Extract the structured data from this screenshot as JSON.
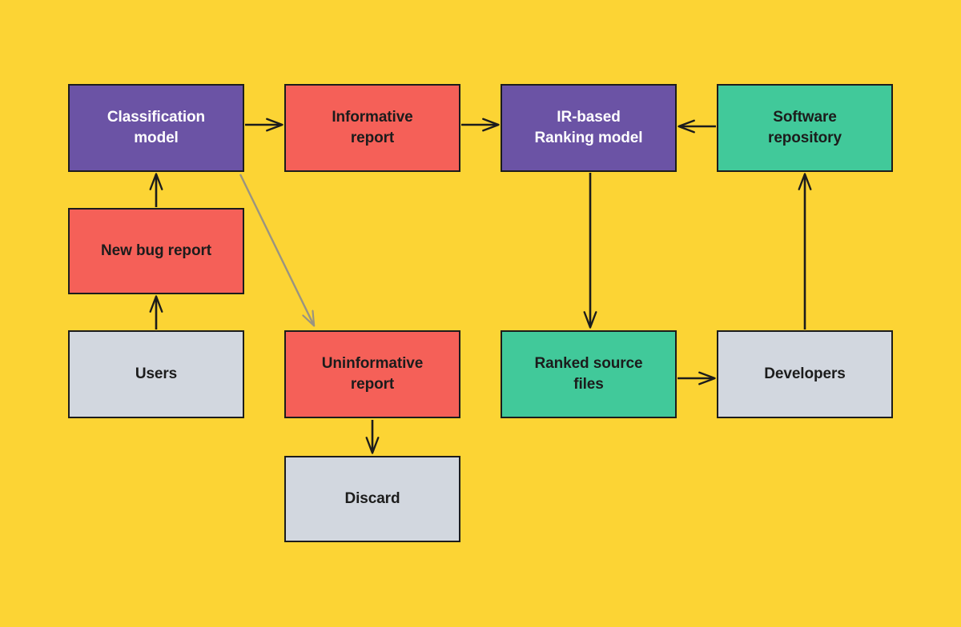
{
  "diagram": {
    "type": "flowchart",
    "background_color": "#FCD434",
    "palette": {
      "purple": "#6B53A5",
      "red": "#F56058",
      "green": "#41C99A",
      "grey": "#D2D7DF",
      "stroke": "#1c1c1c",
      "muted_stroke": "#9a9480"
    },
    "nodes": [
      {
        "id": "classification-model",
        "label": "Classification\nmodel",
        "color": "purple",
        "column": 1,
        "row": 1
      },
      {
        "id": "informative-report",
        "label": "Informative\nreport",
        "color": "red",
        "column": 2,
        "row": 1
      },
      {
        "id": "ir-ranking-model",
        "label": "IR-based\nRanking model",
        "color": "purple",
        "column": 3,
        "row": 1
      },
      {
        "id": "software-repository",
        "label": "Software\nrepository",
        "color": "green",
        "column": 4,
        "row": 1
      },
      {
        "id": "new-bug-report",
        "label": "New bug report",
        "color": "red",
        "column": 1,
        "row": 2
      },
      {
        "id": "users",
        "label": "Users",
        "color": "grey",
        "column": 1,
        "row": 3
      },
      {
        "id": "uninformative-report",
        "label": "Uninformative\nreport",
        "color": "red",
        "column": 2,
        "row": 3
      },
      {
        "id": "ranked-source-files",
        "label": "Ranked source\nfiles",
        "color": "green",
        "column": 3,
        "row": 3
      },
      {
        "id": "developers",
        "label": "Developers",
        "color": "grey",
        "column": 4,
        "row": 3
      },
      {
        "id": "discard",
        "label": "Discard",
        "color": "grey",
        "column": 2,
        "row": 4
      }
    ],
    "edges": [
      {
        "id": "users-to-new-bug-report",
        "from": "users",
        "to": "new-bug-report",
        "style": "solid-dark"
      },
      {
        "id": "new-bug-report-to-classification-model",
        "from": "new-bug-report",
        "to": "classification-model",
        "style": "solid-dark"
      },
      {
        "id": "classification-model-to-informative",
        "from": "classification-model",
        "to": "informative-report",
        "style": "solid-dark"
      },
      {
        "id": "classification-model-to-uninformative",
        "from": "classification-model",
        "to": "uninformative-report",
        "style": "solid-muted"
      },
      {
        "id": "informative-to-ir-ranking-model",
        "from": "informative-report",
        "to": "ir-ranking-model",
        "style": "solid-dark"
      },
      {
        "id": "software-repository-to-ir-ranking-model",
        "from": "software-repository",
        "to": "ir-ranking-model",
        "style": "solid-dark"
      },
      {
        "id": "ir-ranking-model-to-ranked-source-files",
        "from": "ir-ranking-model",
        "to": "ranked-source-files",
        "style": "solid-dark"
      },
      {
        "id": "ranked-source-files-to-developers",
        "from": "ranked-source-files",
        "to": "developers",
        "style": "solid-dark"
      },
      {
        "id": "developers-to-software-repository",
        "from": "developers",
        "to": "software-repository",
        "style": "solid-dark"
      },
      {
        "id": "uninformative-to-discard",
        "from": "uninformative-report",
        "to": "discard",
        "style": "solid-dark"
      }
    ]
  }
}
